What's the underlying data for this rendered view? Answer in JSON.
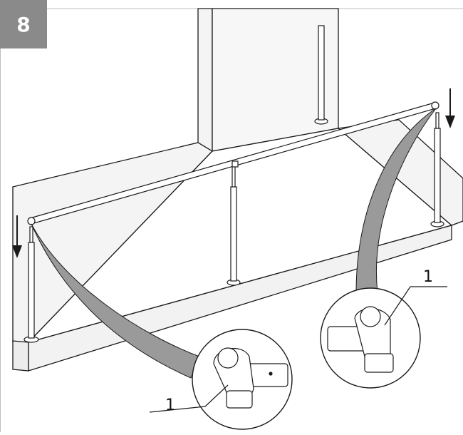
{
  "step": {
    "number": "8"
  },
  "callouts": [
    {
      "label": "1"
    },
    {
      "label": "1"
    }
  ],
  "colors": {
    "ribbon": "#9a9a9a",
    "badge": "#8a8a8a",
    "line": "#1a1a1a"
  },
  "icons": [
    "arrow-down-icon",
    "arrow-down-icon"
  ]
}
